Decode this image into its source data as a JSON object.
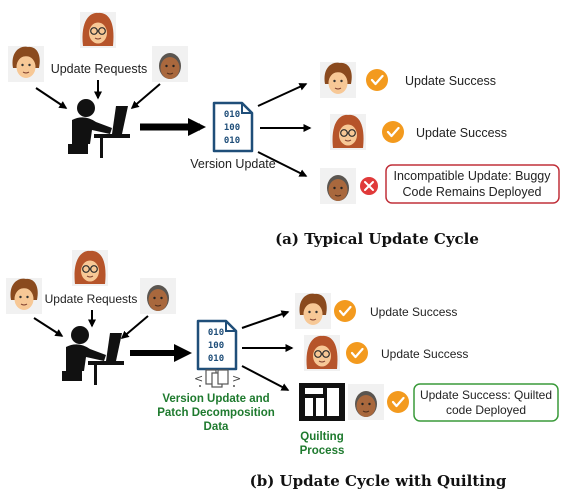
{
  "panel_a": {
    "requests_label": "Update Requests",
    "version_label": "Version Update",
    "outcome_1": "Update Success",
    "outcome_2": "Update Success",
    "outcome_3_line1": "Incompatible Update: Buggy",
    "outcome_3_line2": "Code Remains Deployed",
    "caption": "(a) Typical Update Cycle"
  },
  "panel_b": {
    "requests_label": "Update Requests",
    "version_label_line1": "Version Update and",
    "version_label_line2": "Patch Decomposition",
    "version_label_line3": "Data",
    "quilting_line1": "Quilting",
    "quilting_line2": "Process",
    "outcome_1": "Update Success",
    "outcome_2": "Update Success",
    "outcome_3_line1": "Update Success: Quilted",
    "outcome_3_line2": "code Deployed",
    "caption": "(b) Update Cycle with Quilting"
  },
  "binary": {
    "line1": "010",
    "line2": "100",
    "line3": "010"
  },
  "colors": {
    "success": "#f39a1e",
    "failure": "#e03a3a",
    "fail_box": "#c0303a",
    "success_box": "#3a9a3a",
    "green_text": "#1e7a2e",
    "file_blue": "#1f4e79"
  },
  "icons": [
    "developer-icon",
    "user-face-icon",
    "file-icon",
    "check-icon",
    "cross-icon",
    "quilt-icon",
    "patch-data-icon"
  ]
}
